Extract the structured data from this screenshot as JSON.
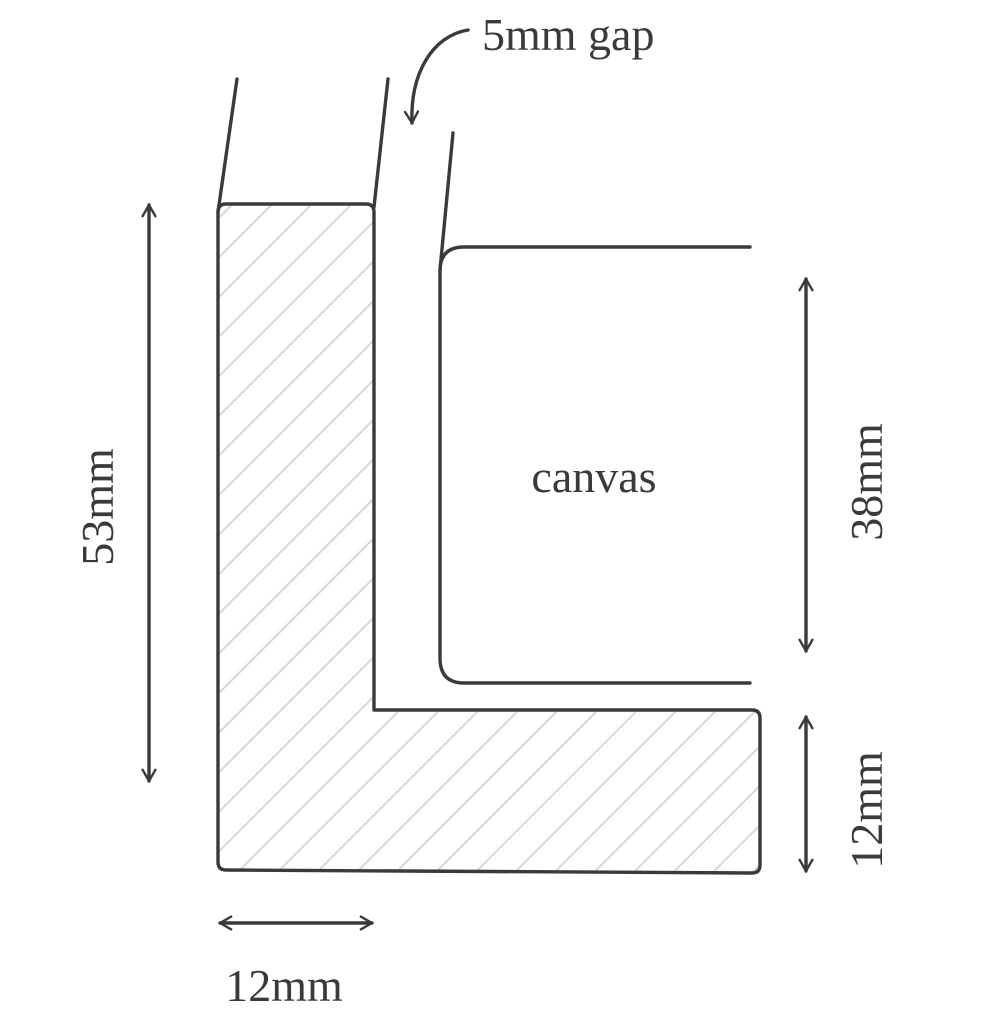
{
  "labels": {
    "gap": "5mm gap",
    "canvas": "canvas",
    "frame_height": "53mm",
    "canvas_depth": "38mm",
    "lip_height": "12mm",
    "frame_width": "12mm"
  },
  "colors": {
    "line": "#3a3a3a",
    "hatch": "#d2d2d2",
    "background": "#ffffff"
  }
}
